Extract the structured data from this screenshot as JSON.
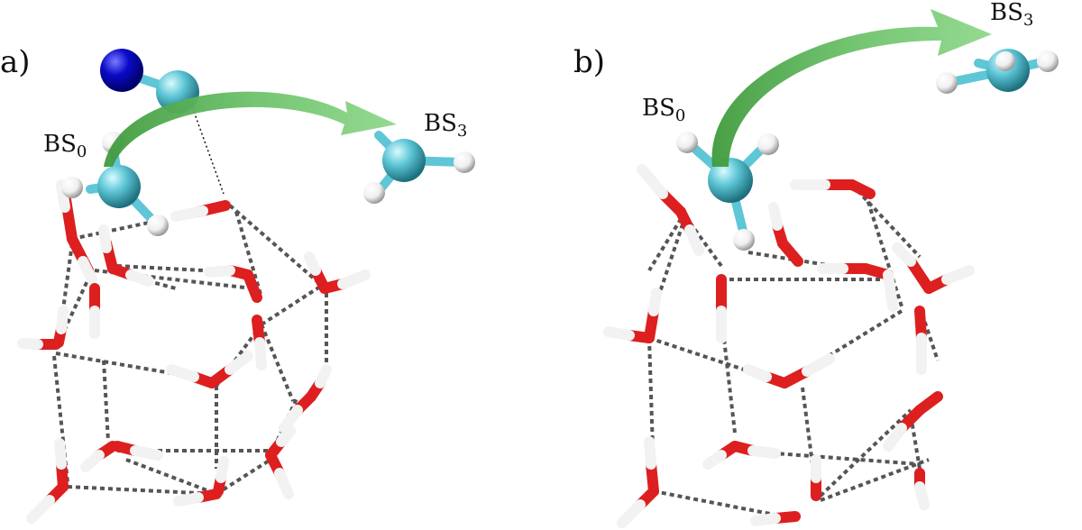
{
  "panels": [
    {
      "label": "a)",
      "bs_start": {
        "base": "BS",
        "sub": "0"
      },
      "bs_end": {
        "base": "BS",
        "sub": "3"
      }
    },
    {
      "label": "b)",
      "bs_start": {
        "base": "BS",
        "sub": "0"
      },
      "bs_end": {
        "base": "BS",
        "sub": "3"
      }
    }
  ],
  "colors": {
    "oxygen": "#dd1f1f",
    "hydrogen": "#f2f2f2",
    "carbon_like": "#5ec6d6",
    "nitrogen": "#0a0ac8",
    "arrow": "#6cc16a",
    "hbond": "#555555",
    "bond": "#4a4a4a"
  }
}
